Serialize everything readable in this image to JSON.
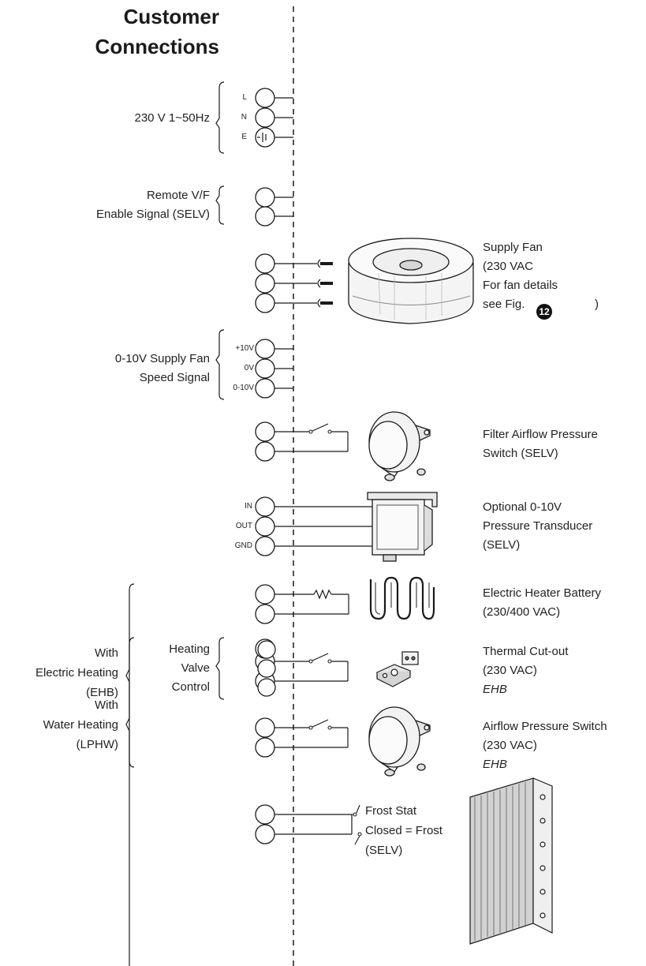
{
  "title": {
    "line1": "Customer",
    "line2": "Connections"
  },
  "groups": {
    "power": "230 V 1~50Hz",
    "remote_line1": "Remote V/F",
    "remote_line2": "Enable Signal (SELV)",
    "speed_line1": "0-10V Supply Fan",
    "speed_line2": "Speed Signal",
    "electric_line1": "With",
    "electric_line2": "Electric Heating",
    "electric_line3": "(EHB)",
    "valve_line1": "Heating",
    "valve_line2": "Valve",
    "valve_line3": "Control",
    "water_line1": "With",
    "water_line2": "Water Heating",
    "water_line3": "(LPHW)"
  },
  "terminals": {
    "power": [
      "L",
      "N",
      "E"
    ],
    "speed": [
      "+10V",
      "0V",
      "0-10V"
    ],
    "transducer": [
      "IN",
      "OUT",
      "GND"
    ]
  },
  "devices": {
    "fan_line1": "Supply Fan",
    "fan_line2": "(230 VAC",
    "fan_line3": "For fan details",
    "fan_line4_pre": "see Fig.",
    "fan_fig": "12",
    "fan_line4_post": ")",
    "filter_line1": "Filter Airflow Pressure",
    "filter_line2": "Switch (SELV)",
    "transducer_line1": "Optional 0-10V",
    "transducer_line2": "Pressure Transducer",
    "transducer_line3": "(SELV)",
    "heater_line1": "Electric Heater Battery",
    "heater_line2": "(230/400 VAC)",
    "cutout_line1": "Thermal Cut-out",
    "cutout_line2": "(230 VAC)",
    "cutout_line3": "EHB",
    "airflow_line1": "Airflow Pressure Switch",
    "airflow_line2": "(230 VAC)",
    "airflow_line3": "EHB",
    "frost_line1": "Frost Stat",
    "frost_line2": "Closed = Frost",
    "frost_line3": "(SELV)"
  },
  "colors": {
    "line": "#1a1a1a",
    "fill_light": "#f3f3f3",
    "fill_mid": "#d9d9d9"
  }
}
